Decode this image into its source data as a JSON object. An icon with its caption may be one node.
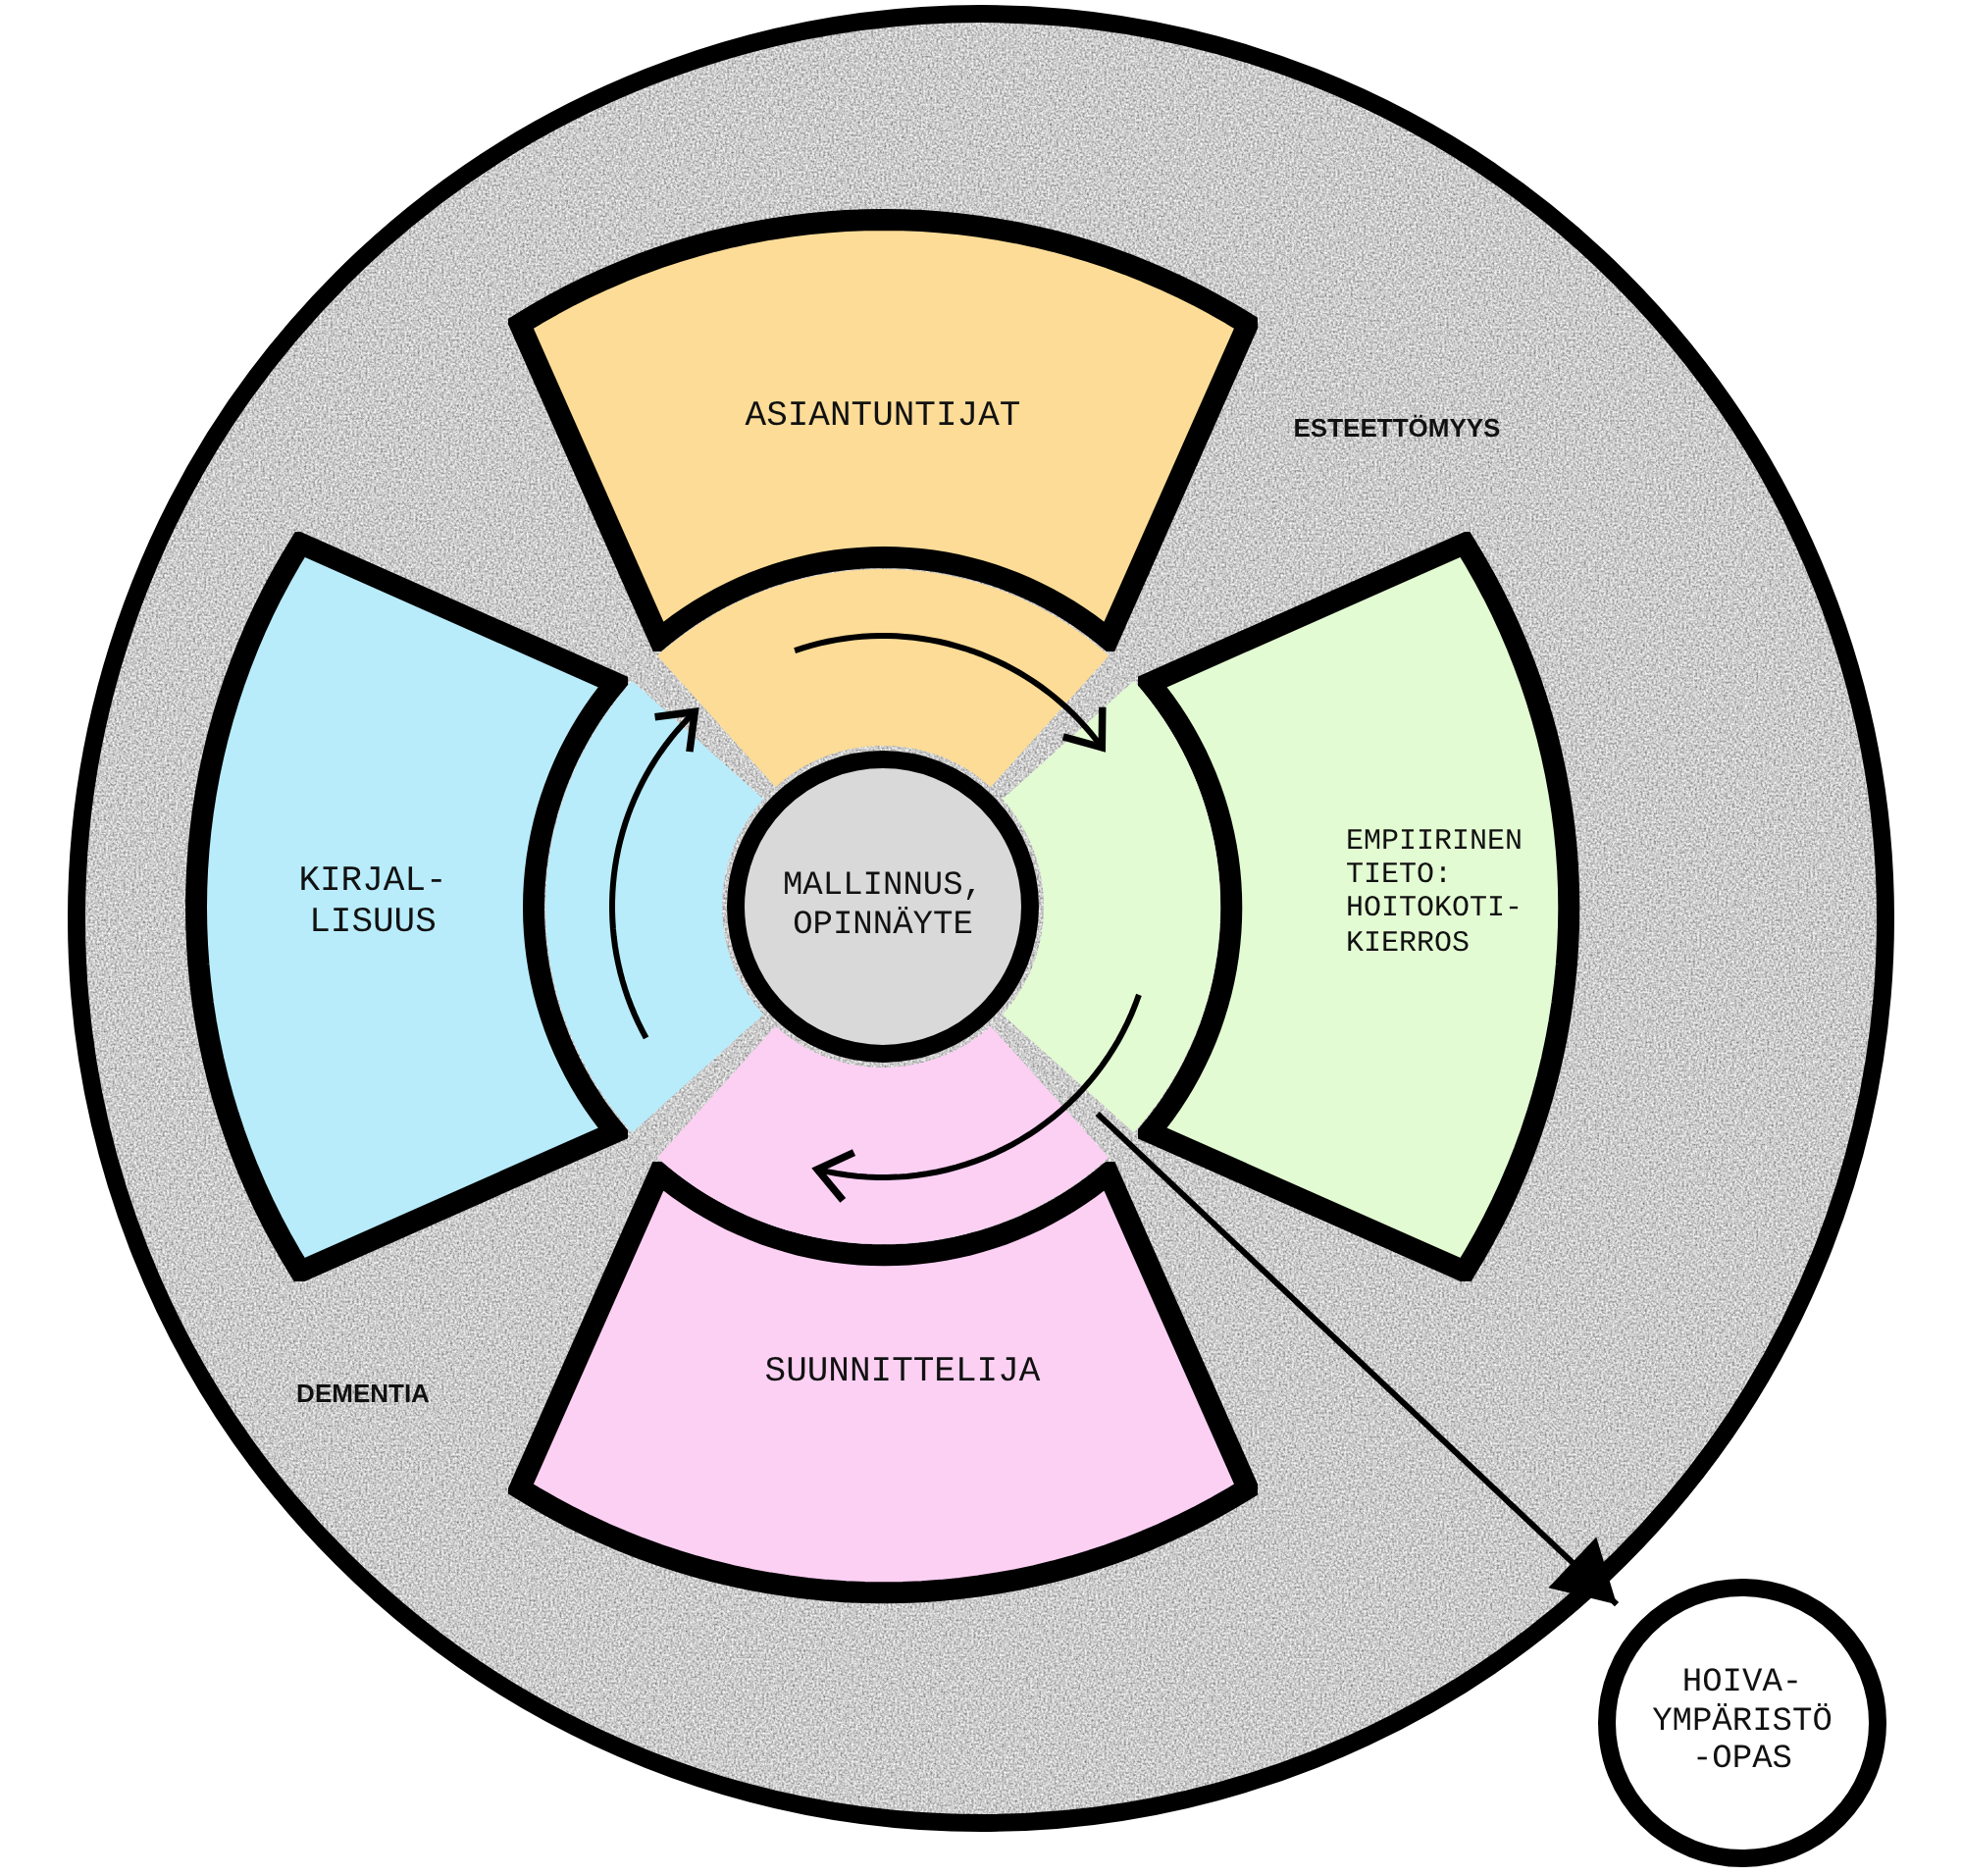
{
  "diagram": {
    "nodes": [
      {
        "text": [
          "ESTEETTÖMYYS",
          "DEMENTIA"
        ]
      },
      {
        "text": [
          "ASIANTUNTIJAT"
        ],
        "in": 0
      },
      {
        "text": [
          "KIRJAL- LISUUS"
        ],
        "in": 0
      },
      {
        "text": [
          "MALLINNUS, OPINNÄYTE"
        ],
        "in": 0
      },
      {
        "text": [
          "EMPIIRINEN TIETO: HOITOKOTI- KIERROS"
        ],
        "in": 0
      },
      {
        "text": [
          "SUUNNITTELIJA"
        ],
        "in": 0
      },
      {
        "text": [
          "HOIVA- YMPÄRISTÖ -OPAS"
        ]
      },
      {
        "text": [],
        "shape": "arc",
        "in": 0
      },
      {
        "text": [],
        "shape": "arc",
        "in": 0
      },
      {
        "text": [],
        "shape": "arc",
        "in": 0
      },
      {
        "text": [],
        "shape": "arc",
        "in": 0
      }
    ],
    "edges": [
      {
        "from": 8,
        "to": 7,
        "arrow": "to"
      },
      {
        "from": 7,
        "to": 9,
        "arrow": "to"
      },
      {
        "from": 9,
        "to": 10,
        "arrow": "to"
      },
      {
        "from": 9,
        "to": 6,
        "arrow": "to"
      }
    ]
  }
}
